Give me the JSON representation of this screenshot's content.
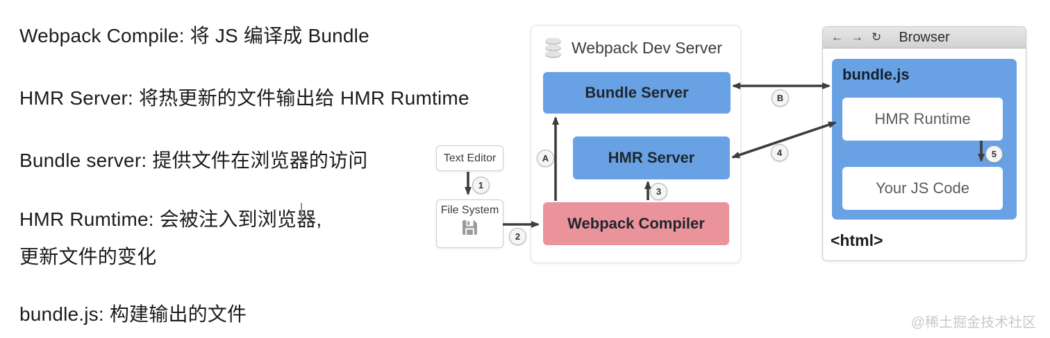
{
  "notes": [
    "Webpack Compile: 将 JS 编译成 Bundle",
    "HMR Server: 将热更新的文件输出给 HMR Rumtime",
    "Bundle server: 提供文件在浏览器的访问",
    "HMR Rumtime: 会被注入到浏览器,",
    "更新文件的变化",
    "bundle.js: 构建输出的文件"
  ],
  "editor_flow": {
    "text_editor_label": "Text Editor",
    "file_system_label": "File System",
    "file_system_icon": "floppy-disk-icon"
  },
  "dev_server": {
    "title": "Webpack Dev Server",
    "title_icon": "database-stack-icon",
    "bundle_server_label": "Bundle Server",
    "hmr_server_label": "HMR Server",
    "webpack_compiler_label": "Webpack Compiler"
  },
  "browser": {
    "title": "Browser",
    "back_icon": "←",
    "forward_icon": "→",
    "refresh_icon": "↻",
    "bundle_js_label": "bundle.js",
    "hmr_runtime_label": "HMR Runtime",
    "your_js_code_label": "Your JS Code",
    "html_label": "<html>"
  },
  "badges": {
    "a": "A",
    "b": "B",
    "s1": "1",
    "s2": "2",
    "s3": "3",
    "s4": "4",
    "s5": "5"
  },
  "watermark": "@稀土掘金技术社区",
  "colors": {
    "box_blue": "#68a2e5",
    "box_red": "#eb939a",
    "arrow": "#3d3d3d",
    "titlebar_gray": "#d8d8d8"
  }
}
